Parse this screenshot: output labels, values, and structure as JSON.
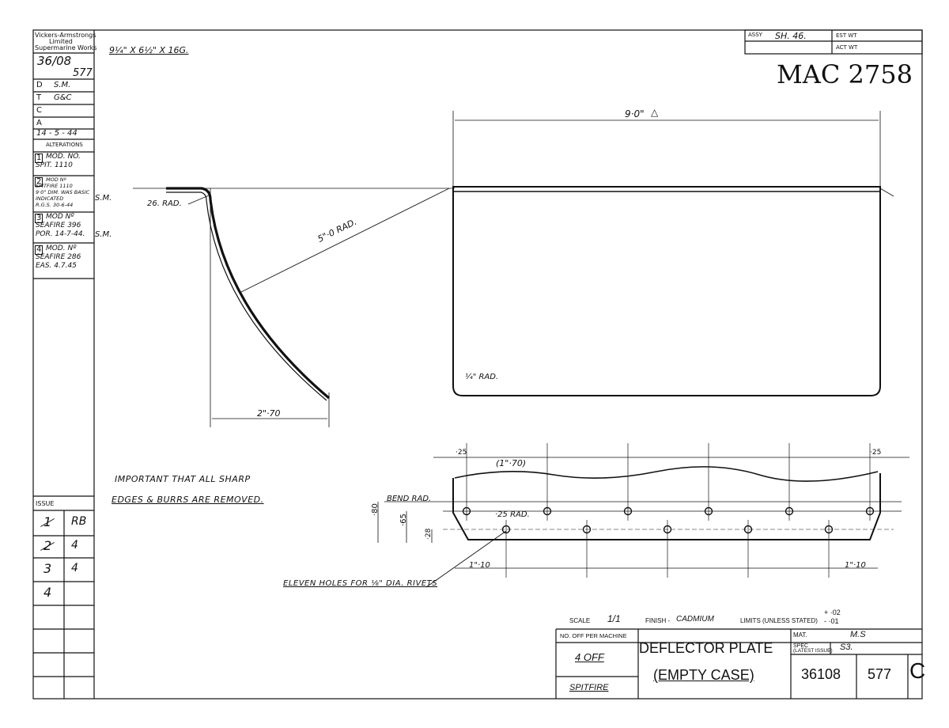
{
  "company": {
    "line1": "Vickers-Armstrongs",
    "line2": "Limited",
    "line3": "Supermarine Works"
  },
  "drawing_ref": {
    "top": "36/08",
    "sub": "577"
  },
  "signoffs": [
    {
      "key": "D",
      "value": "S.M."
    },
    {
      "key": "T",
      "value": "G&C"
    },
    {
      "key": "C",
      "value": ""
    },
    {
      "key": "A",
      "value": ""
    }
  ],
  "date": "14 - 5 - 44",
  "alterations_label": "ALTERATIONS",
  "alterations": [
    {
      "num": "1",
      "text": [
        "MOD. NO.",
        "SPIT. 1110"
      ],
      "initials": ""
    },
    {
      "num": "2",
      "text": [
        "MOD Nº",
        "SPITFIRE 1110",
        "9·0\" DIM. WAS BASIC",
        "INDICATED",
        "R.G.S. 30-6-44"
      ],
      "initials": "S.M."
    },
    {
      "num": "3",
      "text": [
        "MOD Nº",
        "SEAFIRE 396",
        "POR. 14-7-44."
      ],
      "initials": "S.M."
    },
    {
      "num": "4",
      "text": [
        "MOD. Nº",
        "SEAFIRE 286",
        "EAS. 4.7.45"
      ],
      "initials": ""
    }
  ],
  "issue": {
    "label": "ISSUE",
    "rows": [
      {
        "num": "1",
        "initials": "RB"
      },
      {
        "num": "2",
        "initials": "4"
      },
      {
        "num": "3",
        "initials": "4"
      },
      {
        "num": "4",
        "initials": ""
      }
    ]
  },
  "material_size": "9¼\" X 6½\" X 16G.",
  "header_box": {
    "assy_label": "ASSY",
    "assy_value": "SH. 46.",
    "est_wt_label": "EST WT",
    "act_wt_label": "ACT WT"
  },
  "mac_number": "MAC 2758",
  "dims": {
    "overall_length": "9·0\"",
    "overall_mark": "△",
    "rad_26": "26. RAD.",
    "rad_5": "5\"·0 RAD.",
    "width_270": "2\"·70",
    "corner_rad": "¼\" RAD.",
    "pitch_170": "(1\"·70)",
    "end_25_left": "·25",
    "end_25_right": "·25",
    "bend_rad": "BEND RAD.",
    "hole_rad": "·25 RAD.",
    "d_80": "·80",
    "d_65": "·65",
    "d_28": "·28",
    "end_110_left": "1\"·10",
    "end_110_right": "1\"·10"
  },
  "notes": {
    "important_1": "IMPORTANT THAT ALL SHARP",
    "important_2": "EDGES & BURRS ARE REMOVED.",
    "holes": "ELEVEN HOLES FOR ⅛\" DIA. RIVETS"
  },
  "title_block": {
    "scale_label": "SCALE",
    "scale_value": "1/1",
    "finish_label": "FINISH -",
    "finish_value": "CADMIUM",
    "limits_label": "LIMITS (UNLESS STATED)",
    "limits_plus": "+ ·02",
    "limits_minus": "- ·01",
    "per_machine_label": "NO. OFF PER MACHINE",
    "quantity": "4 OFF",
    "machine": "SPITFIRE",
    "title": "DEFLECTOR PLATE",
    "subtitle": "(EMPTY CASE)",
    "mat_label": "MAT.",
    "mat_value": "M.S",
    "spec_label": "SPEC",
    "spec_sub": "(LATEST ISSUE)",
    "spec_value": "S3.",
    "part_number": "36108",
    "part_sub": "577",
    "size_letter": "C"
  }
}
